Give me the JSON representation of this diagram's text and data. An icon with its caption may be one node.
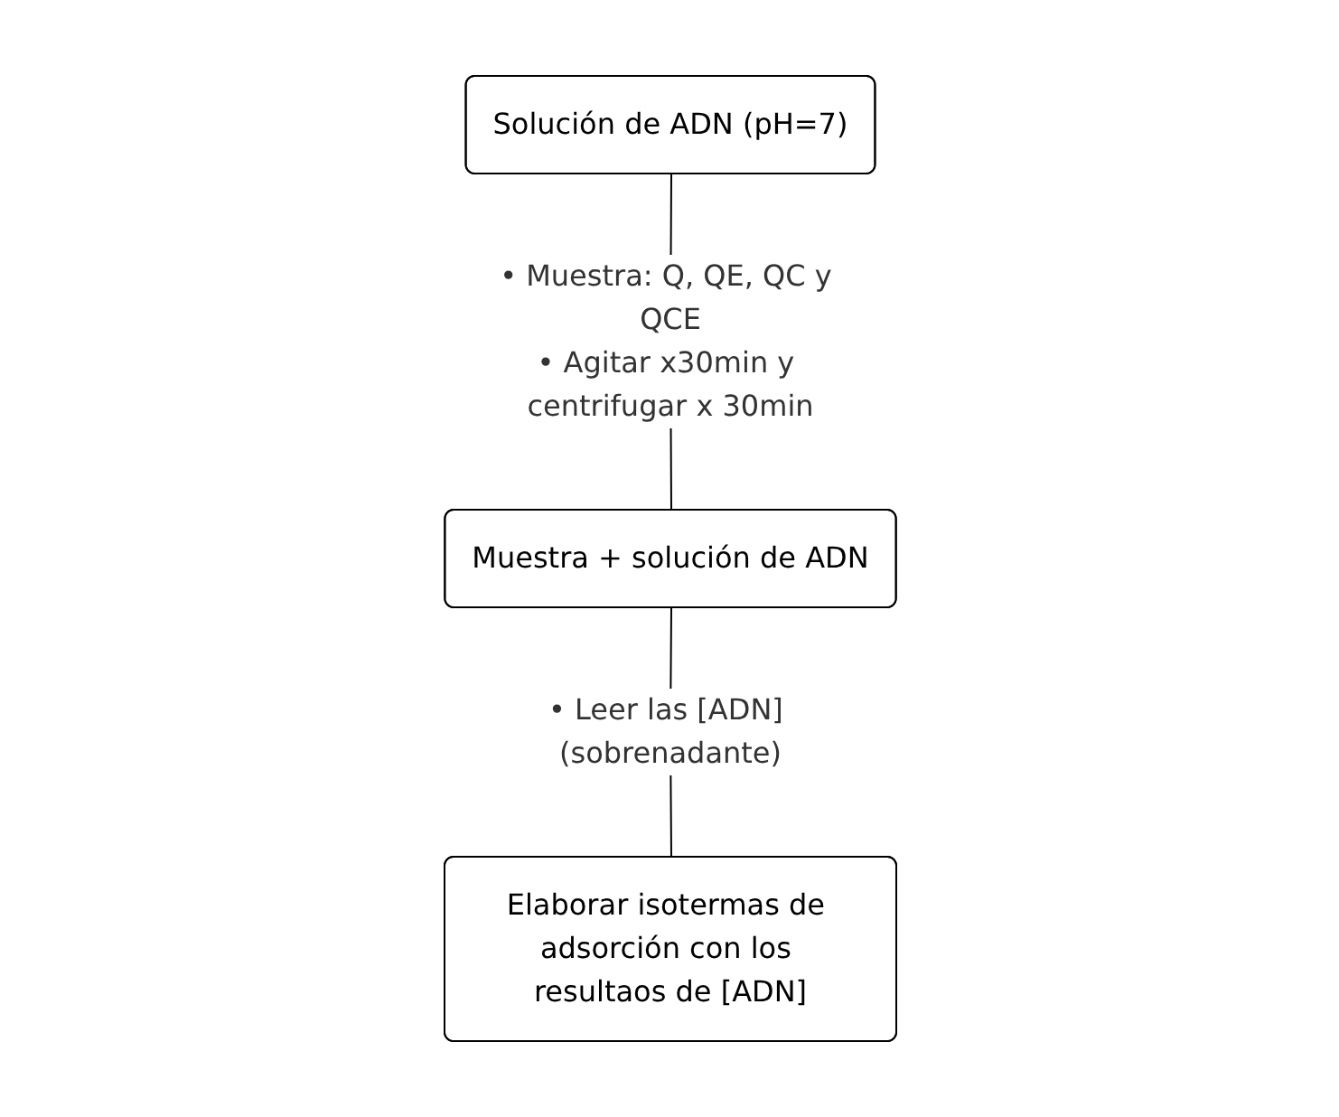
{
  "diagram": {
    "nodes": [
      {
        "text": [
          "Solución de ADN (pH=7)"
        ]
      },
      {
        "text": [
          "Muestra + solución de ADN"
        ]
      },
      {
        "text": [
          "Elaborar isotermas de adsorción con los resultaos de [ADN]"
        ]
      }
    ],
    "edges": [
      {
        "from": 0,
        "to": 1,
        "arrow": "none",
        "label": "• Muestra: Q, QE, QC y QCE • Agitar x30min y centrifugar x 30min"
      },
      {
        "from": 1,
        "to": 2,
        "arrow": "none",
        "label": "• Leer las [ADN] (sobrenadante)"
      }
    ]
  }
}
